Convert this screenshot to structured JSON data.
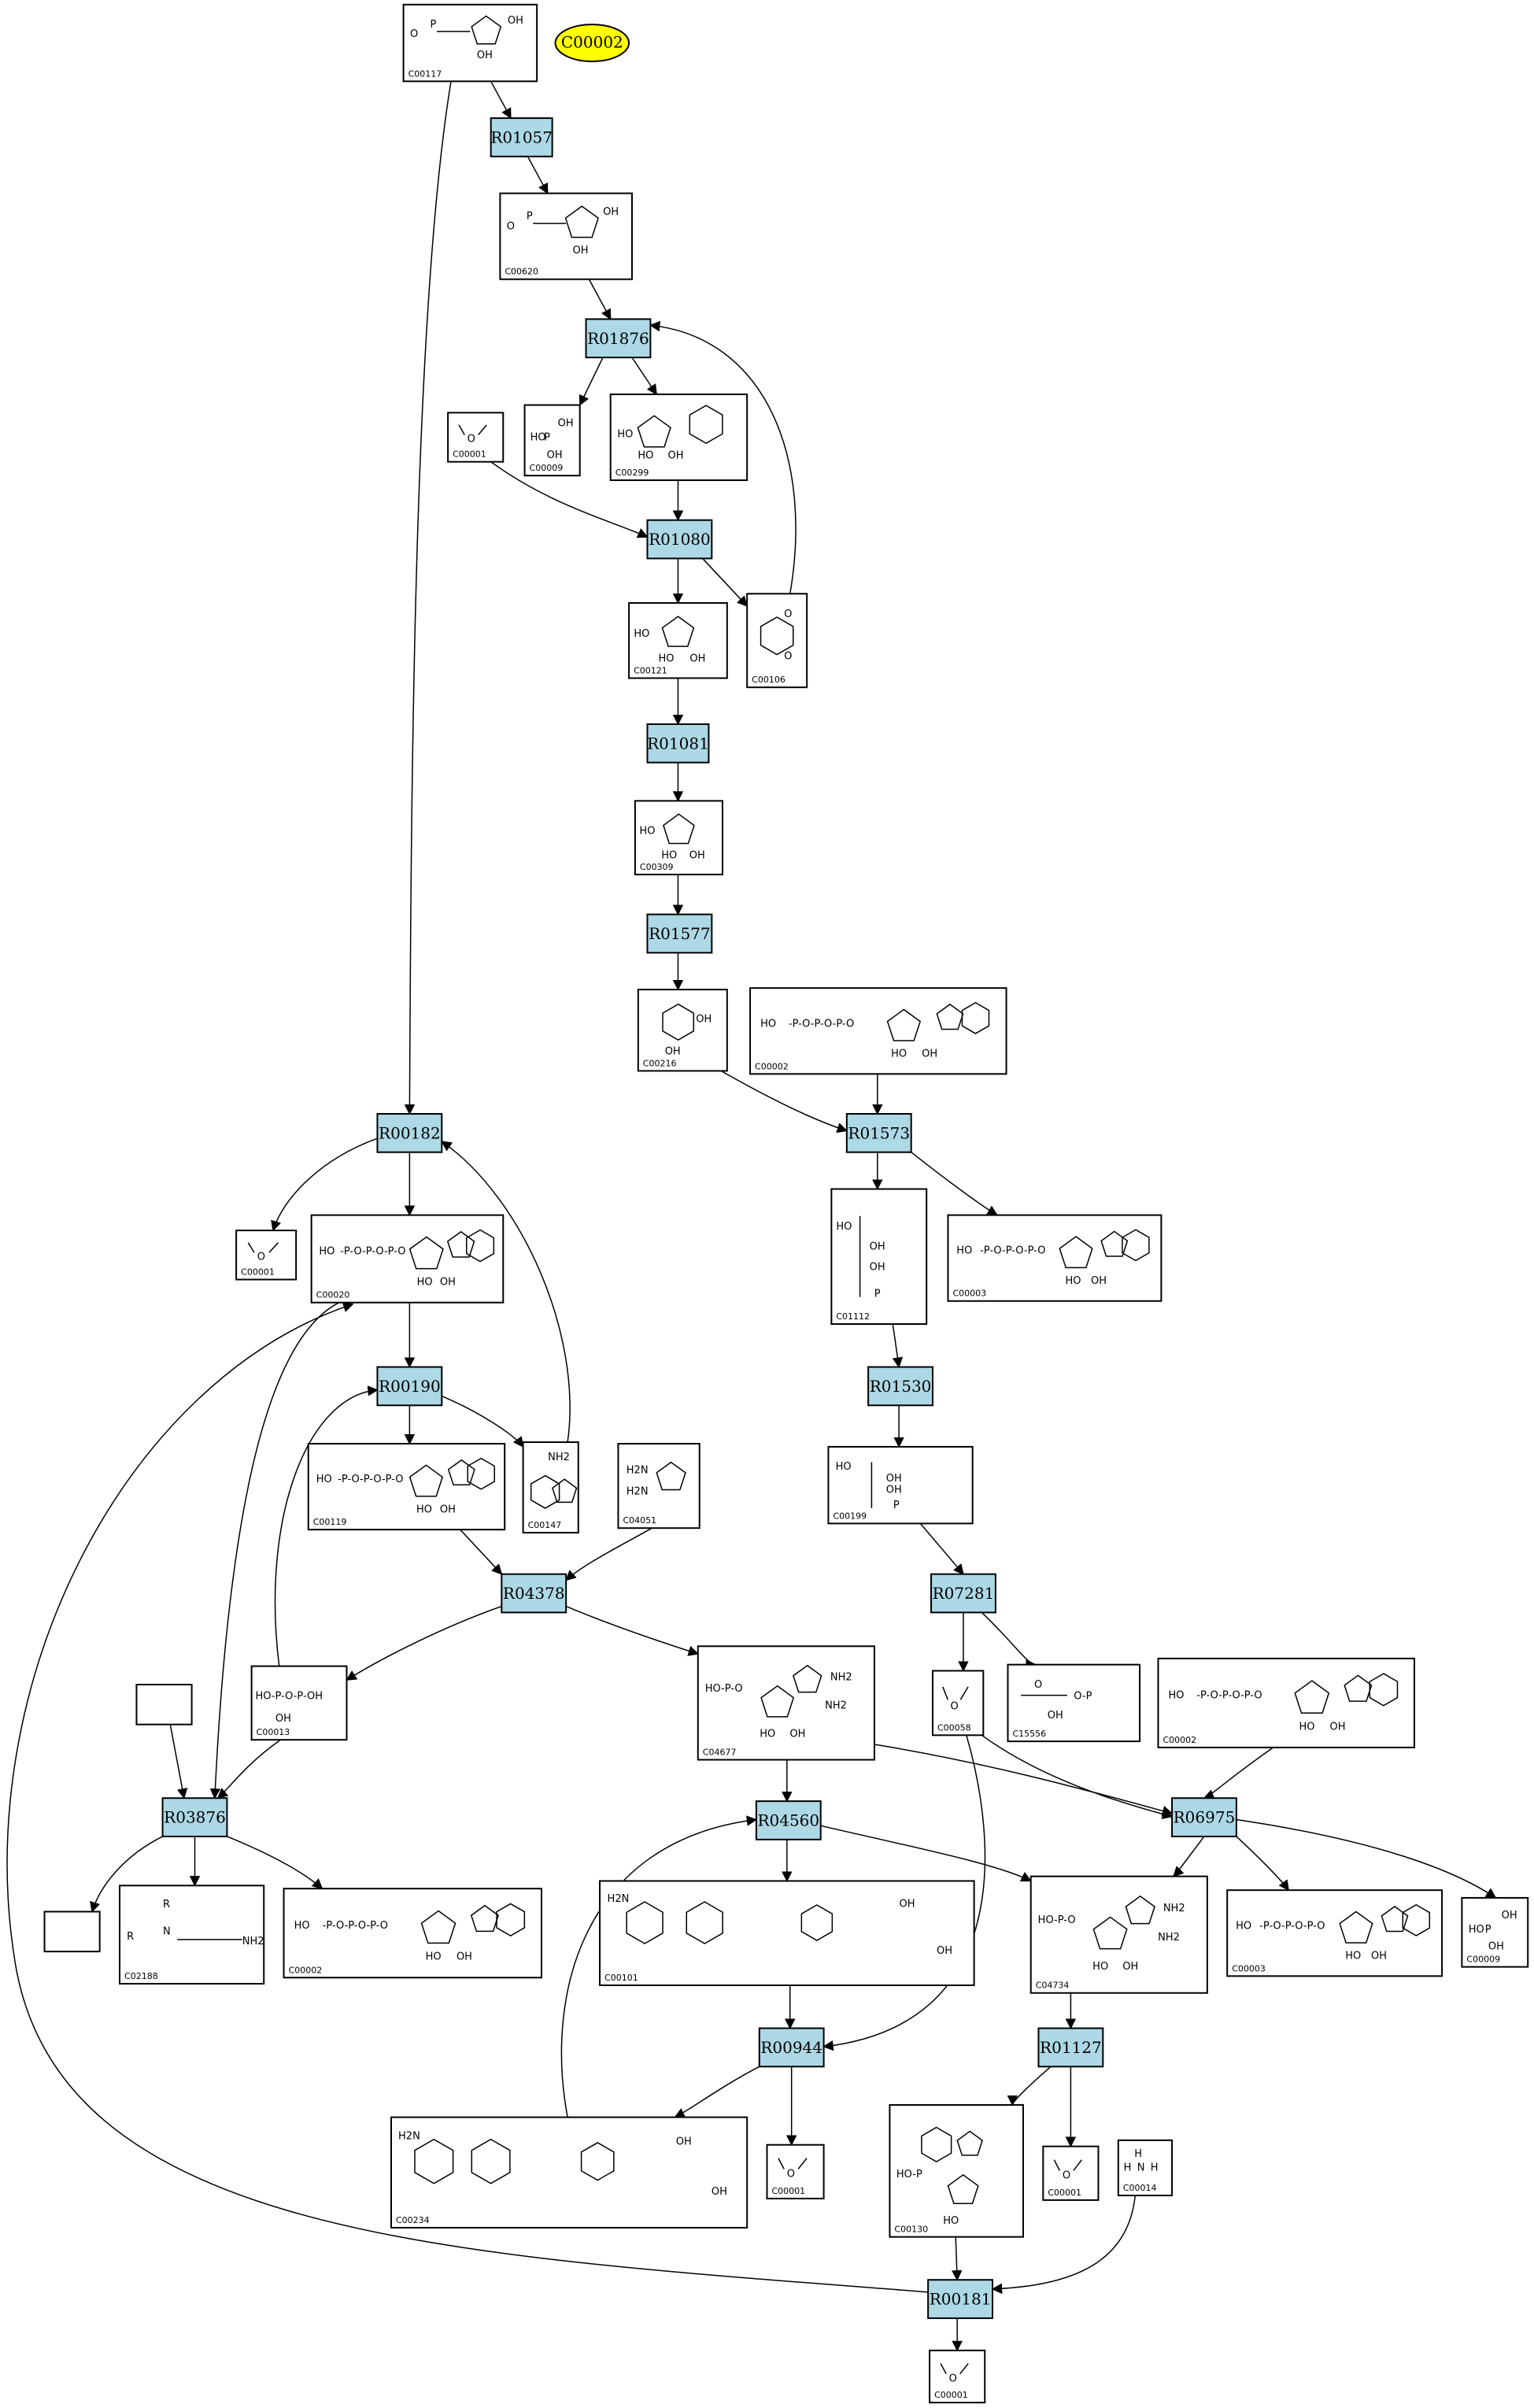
{
  "ellipse_label": "C00002",
  "reactions": [
    "R01057",
    "R01876",
    "R01080",
    "R01081",
    "R01577",
    "R00182",
    "R01573",
    "R00190",
    "R01530",
    "R04378",
    "R07281",
    "R03876",
    "R04560",
    "R06975",
    "R00944",
    "R01127",
    "R00181"
  ],
  "compounds": [
    "C00117",
    "C00620",
    "C00001",
    "C00009",
    "C00299",
    "C00121",
    "C00106",
    "C00309",
    "C00216",
    "C00002",
    "C00001",
    "C00020",
    "C01112",
    "C00003",
    "C00119",
    "C00147",
    "C04051",
    "C00199",
    "C00013",
    "C04677",
    "C00058",
    "C15556",
    "C00002",
    "C02188",
    "C00002",
    "C00101",
    "C04734",
    "C00003",
    "C00009",
    "C00234",
    "C00001",
    "C00130",
    "C00001",
    "C00014",
    "C00001"
  ]
}
